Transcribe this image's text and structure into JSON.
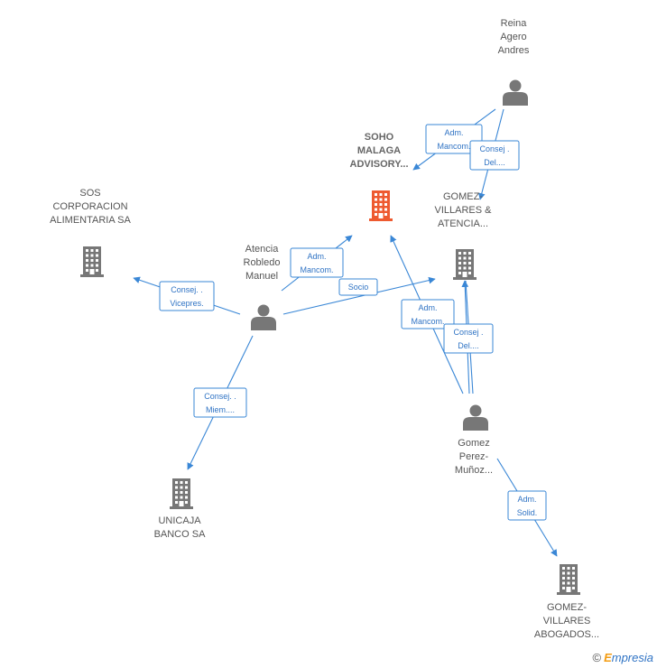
{
  "colors": {
    "edge": "#3a87d6",
    "person": "#777777",
    "company": "#777777",
    "highlight_company": "#ee5a30"
  },
  "nodes": [
    {
      "id": "soho",
      "type": "company-highlight",
      "lines": [
        "SOHO",
        "MALAGA",
        "ADVISORY..."
      ],
      "main": true
    },
    {
      "id": "reina",
      "type": "person",
      "lines": [
        "Reina",
        "Agero",
        "Andres"
      ]
    },
    {
      "id": "gomez_atencia",
      "type": "company",
      "lines": [
        "GOMEZ-",
        "VILLARES &",
        "ATENCIA..."
      ]
    },
    {
      "id": "sos",
      "type": "company",
      "lines": [
        "SOS",
        "CORPORACION",
        "ALIMENTARIA SA"
      ]
    },
    {
      "id": "atencia",
      "type": "person",
      "lines": [
        "Atencia",
        "Robledo",
        "Manuel"
      ]
    },
    {
      "id": "gomez_perez",
      "type": "person",
      "lines": [
        "Gomez",
        "Perez-",
        "Muñoz..."
      ]
    },
    {
      "id": "unicaja",
      "type": "company",
      "lines": [
        "UNICAJA",
        "BANCO SA"
      ]
    },
    {
      "id": "gomez_abogados",
      "type": "company",
      "lines": [
        "GOMEZ-",
        "VILLARES",
        "ABOGADOS..."
      ]
    }
  ],
  "edges": [
    {
      "id": "e1",
      "from": "reina",
      "to": "soho",
      "lines": [
        "Adm.",
        "Mancom."
      ]
    },
    {
      "id": "e2",
      "from": "reina",
      "to": "gomez_atencia",
      "lines": [
        "Consej .",
        "Del...."
      ]
    },
    {
      "id": "e3",
      "from": "atencia",
      "to": "soho",
      "lines": [
        "Adm.",
        "Mancom."
      ]
    },
    {
      "id": "e4",
      "from": "atencia",
      "to": "sos",
      "lines": [
        "Consej. .",
        "Vicepres."
      ]
    },
    {
      "id": "e5",
      "from": "atencia",
      "to": "gomez_atencia",
      "lines": [
        "Socio"
      ]
    },
    {
      "id": "e6",
      "from": "atencia",
      "to": "unicaja",
      "lines": [
        "Consej. .",
        "Miem...."
      ]
    },
    {
      "id": "e7",
      "from": "gomez_perez",
      "to": "soho",
      "lines": [
        "Adm.",
        "Mancom."
      ]
    },
    {
      "id": "e8",
      "from": "gomez_perez",
      "to": "gomez_atencia",
      "lines": [
        "Consej .",
        "Del...."
      ]
    },
    {
      "id": "e9",
      "from": "gomez_perez",
      "to": "gomez_abogados",
      "lines": [
        "Adm.",
        "Solid."
      ]
    }
  ],
  "footer": {
    "copyright_symbol": "©",
    "brand_first": "E",
    "brand_rest": "mpresia"
  }
}
